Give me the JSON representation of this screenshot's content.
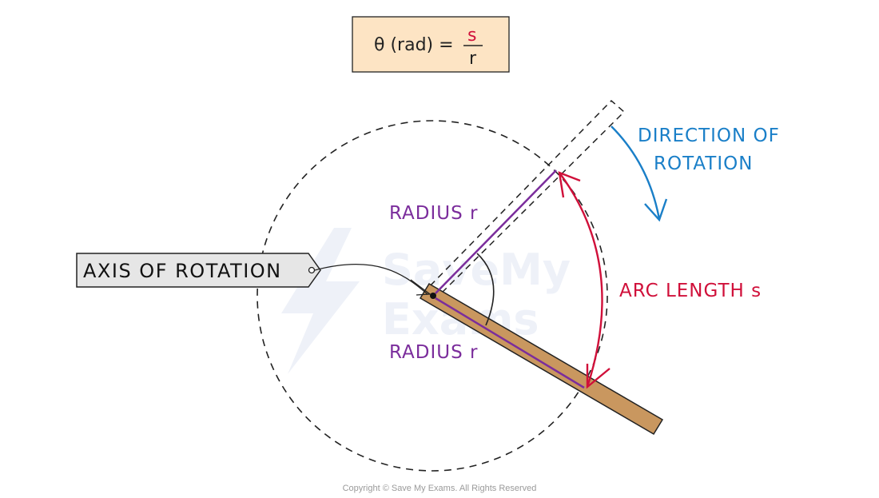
{
  "formula": {
    "lhs": "θ (rad) =",
    "numerator": "s",
    "denominator": "r"
  },
  "labels": {
    "direction_line1": "DIRECTION  OF",
    "direction_line2": "ROTATION",
    "radius_upper": "RADIUS r",
    "radius_lower": "RADIUS r",
    "arc_length": "ARC LENGTH s",
    "axis_tag": "AXIS  OF  ROTATION"
  },
  "watermark": {
    "line1": "SaveMy",
    "line2": "Exams"
  },
  "copyright": "Copyright © Save My Exams. All Rights Reserved",
  "colors": {
    "formula_box_fill": "#fde4c4",
    "rod_fill": "#c9975f",
    "radius_line": "#7b2d9c",
    "arc_red": "#d0103a",
    "direction_blue": "#1a7fc8",
    "tag_fill": "#e6e6e6",
    "watermark": "#eef1f8"
  }
}
